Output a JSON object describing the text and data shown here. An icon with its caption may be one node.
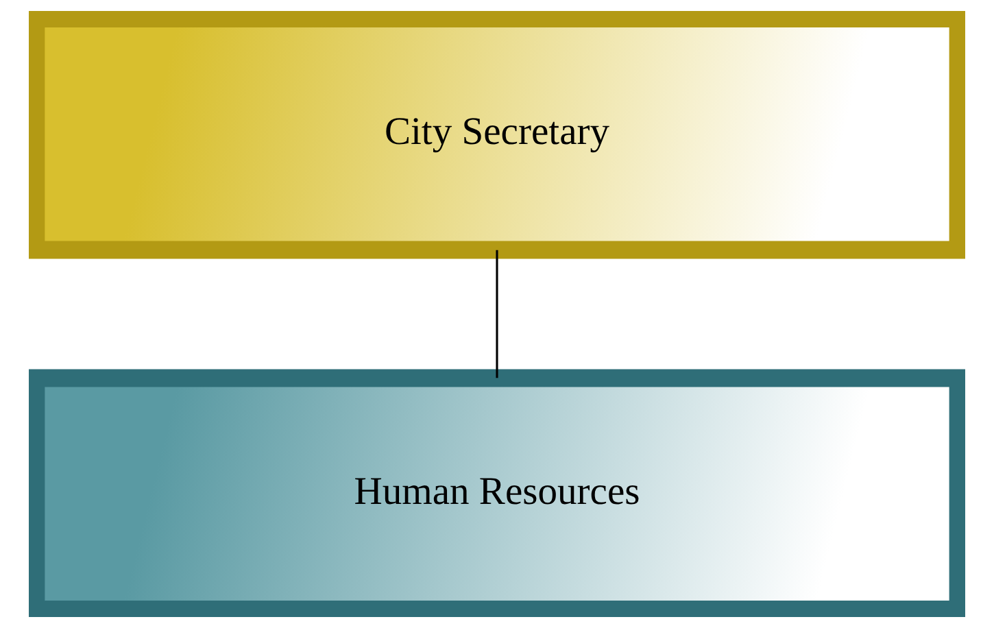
{
  "diagram": {
    "nodes": [
      {
        "text": [
          "City Secretary"
        ]
      },
      {
        "text": [
          "Human Resources"
        ]
      }
    ],
    "edges": [
      {
        "from": 0,
        "to": 1,
        "arrow": "none"
      }
    ]
  }
}
